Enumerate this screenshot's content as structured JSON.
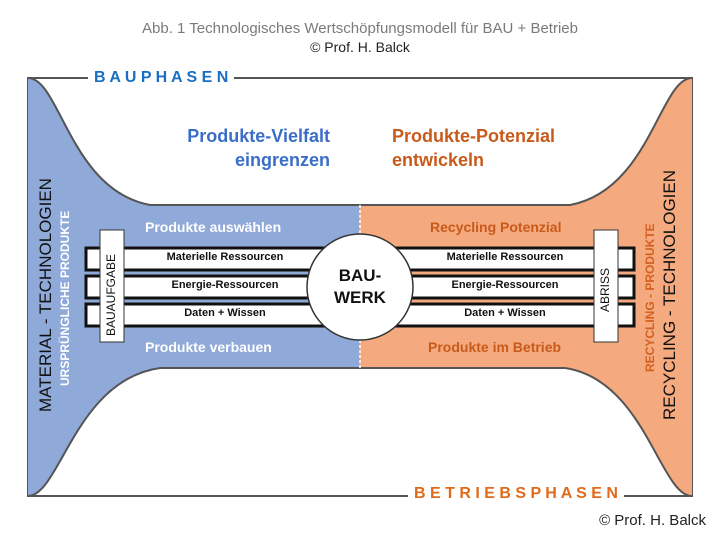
{
  "header": {
    "title": "Abb. 1 Technologisches Wertschöpfungsmodell für BAU + Betrieb",
    "copyright": "© Prof. H. Balck"
  },
  "top_band": "B A U P H A S E N",
  "bottom_band": "B E T R I E B S P H A S E N",
  "left": {
    "heading_line1": "Produkte-Vielfalt",
    "heading_line2": "eingrenzen",
    "select": "Produkte auswählen",
    "build": "Produkte verbauen",
    "vertical_main": "MATERIAL - TECHNOLOGIEN",
    "vertical_sub": "URSPRÜNGLICHE PRODUKTE",
    "box": "BAUAUFGABE",
    "color": "#8fa9d9"
  },
  "right": {
    "heading_line1": "Produkte-Potenzial",
    "heading_line2": "entwickeln",
    "potential": "Recycling Potenzial",
    "operation": "Produkte im Betrieb",
    "vertical_main": "RECYCLING - TECHNOLOGIEN",
    "vertical_sub": "RECYCLING - PRODUKTE",
    "box": "ABRISS",
    "color": "#f4a97e"
  },
  "center": {
    "line1": "BAU-",
    "line2": "WERK"
  },
  "channels": [
    "Materielle Ressourcen",
    "Energie-Ressourcen",
    "Daten + Wissen"
  ],
  "footer_credit": "© Prof. H. Balck",
  "colors": {
    "blue_text": "#3a6ec8",
    "orange_text": "#c85a1a",
    "band_blue": "#1a6fc4",
    "band_orange": "#e06a1a"
  }
}
